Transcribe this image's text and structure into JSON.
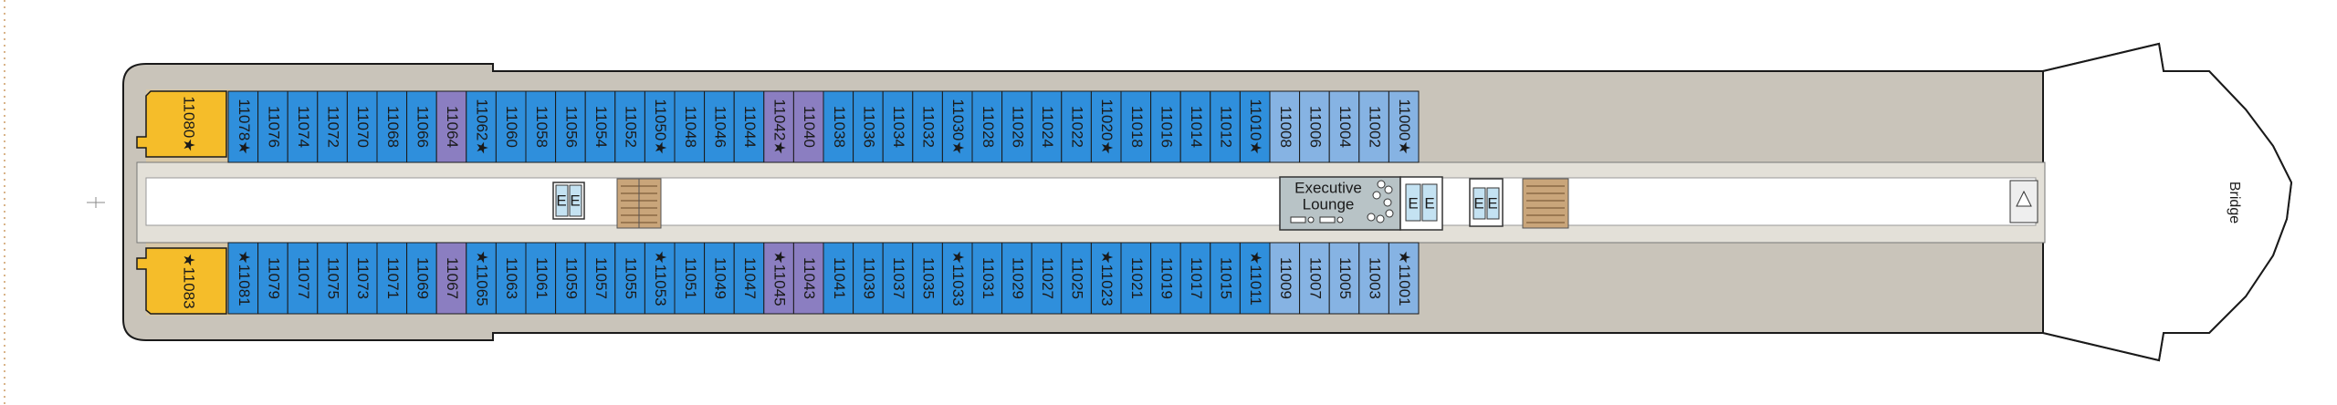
{
  "deck": {
    "bridge_label": "Bridge",
    "lounge_label_line1": "Executive",
    "lounge_label_line2": "Lounge",
    "elevator_symbol": "E",
    "colors": {
      "standard_cabin": "#2f8fdc",
      "forward_cabin": "#86b3e3",
      "suite_cabin": "#f5bd2a",
      "accessible_cabin": "#8b7ec1",
      "corridor": "#ffffff",
      "hull_deck": "#c8c3b8",
      "stairs": "#c9a57a"
    },
    "top_suite": {
      "number": "11080",
      "star": true
    },
    "bottom_suite": {
      "number": "11083",
      "star": true
    },
    "top_row": [
      {
        "number": "11078",
        "star": true,
        "type": "standard"
      },
      {
        "number": "11076",
        "star": false,
        "type": "standard"
      },
      {
        "number": "11074",
        "star": false,
        "type": "standard"
      },
      {
        "number": "11072",
        "star": false,
        "type": "standard"
      },
      {
        "number": "11070",
        "star": false,
        "type": "standard"
      },
      {
        "number": "11068",
        "star": false,
        "type": "standard"
      },
      {
        "number": "11066",
        "star": false,
        "type": "standard"
      },
      {
        "number": "11064",
        "star": false,
        "type": "accessible"
      },
      {
        "number": "11062",
        "star": true,
        "type": "standard"
      },
      {
        "number": "11060",
        "star": false,
        "type": "standard"
      },
      {
        "number": "11058",
        "star": false,
        "type": "standard"
      },
      {
        "number": "11056",
        "star": false,
        "type": "standard"
      },
      {
        "number": "11054",
        "star": false,
        "type": "standard"
      },
      {
        "number": "11052",
        "star": false,
        "type": "standard"
      },
      {
        "number": "11050",
        "star": true,
        "type": "standard"
      },
      {
        "number": "11048",
        "star": false,
        "type": "standard"
      },
      {
        "number": "11046",
        "star": false,
        "type": "standard"
      },
      {
        "number": "11044",
        "star": false,
        "type": "standard"
      },
      {
        "number": "11042",
        "star": true,
        "type": "accessible"
      },
      {
        "number": "11040",
        "star": false,
        "type": "accessible"
      },
      {
        "number": "11038",
        "star": false,
        "type": "standard"
      },
      {
        "number": "11036",
        "star": false,
        "type": "standard"
      },
      {
        "number": "11034",
        "star": false,
        "type": "standard"
      },
      {
        "number": "11032",
        "star": false,
        "type": "standard"
      },
      {
        "number": "11030",
        "star": true,
        "type": "standard"
      },
      {
        "number": "11028",
        "star": false,
        "type": "standard"
      },
      {
        "number": "11026",
        "star": false,
        "type": "standard"
      },
      {
        "number": "11024",
        "star": false,
        "type": "standard"
      },
      {
        "number": "11022",
        "star": false,
        "type": "standard"
      },
      {
        "number": "11020",
        "star": true,
        "type": "standard"
      },
      {
        "number": "11018",
        "star": false,
        "type": "standard"
      },
      {
        "number": "11016",
        "star": false,
        "type": "standard"
      },
      {
        "number": "11014",
        "star": false,
        "type": "standard"
      },
      {
        "number": "11012",
        "star": false,
        "type": "standard"
      },
      {
        "number": "11010",
        "star": true,
        "type": "standard"
      },
      {
        "number": "11008",
        "star": false,
        "type": "forward"
      },
      {
        "number": "11006",
        "star": false,
        "type": "forward"
      },
      {
        "number": "11004",
        "star": false,
        "type": "forward"
      },
      {
        "number": "11002",
        "star": false,
        "type": "forward"
      },
      {
        "number": "11000",
        "star": true,
        "type": "forward"
      }
    ],
    "bottom_row": [
      {
        "number": "11081",
        "star": true,
        "type": "standard"
      },
      {
        "number": "11079",
        "star": false,
        "type": "standard"
      },
      {
        "number": "11077",
        "star": false,
        "type": "standard"
      },
      {
        "number": "11075",
        "star": false,
        "type": "standard"
      },
      {
        "number": "11073",
        "star": false,
        "type": "standard"
      },
      {
        "number": "11071",
        "star": false,
        "type": "standard"
      },
      {
        "number": "11069",
        "star": false,
        "type": "standard"
      },
      {
        "number": "11067",
        "star": false,
        "type": "accessible"
      },
      {
        "number": "11065",
        "star": true,
        "type": "standard"
      },
      {
        "number": "11063",
        "star": false,
        "type": "standard"
      },
      {
        "number": "11061",
        "star": false,
        "type": "standard"
      },
      {
        "number": "11059",
        "star": false,
        "type": "standard"
      },
      {
        "number": "11057",
        "star": false,
        "type": "standard"
      },
      {
        "number": "11055",
        "star": false,
        "type": "standard"
      },
      {
        "number": "11053",
        "star": true,
        "type": "standard"
      },
      {
        "number": "11051",
        "star": false,
        "type": "standard"
      },
      {
        "number": "11049",
        "star": false,
        "type": "standard"
      },
      {
        "number": "11047",
        "star": false,
        "type": "standard"
      },
      {
        "number": "11045",
        "star": true,
        "type": "accessible"
      },
      {
        "number": "11043",
        "star": false,
        "type": "accessible"
      },
      {
        "number": "11041",
        "star": false,
        "type": "standard"
      },
      {
        "number": "11039",
        "star": false,
        "type": "standard"
      },
      {
        "number": "11037",
        "star": false,
        "type": "standard"
      },
      {
        "number": "11035",
        "star": false,
        "type": "standard"
      },
      {
        "number": "11033",
        "star": true,
        "type": "standard"
      },
      {
        "number": "11031",
        "star": false,
        "type": "standard"
      },
      {
        "number": "11029",
        "star": false,
        "type": "standard"
      },
      {
        "number": "11027",
        "star": false,
        "type": "standard"
      },
      {
        "number": "11025",
        "star": false,
        "type": "standard"
      },
      {
        "number": "11023",
        "star": true,
        "type": "standard"
      },
      {
        "number": "11021",
        "star": false,
        "type": "standard"
      },
      {
        "number": "11019",
        "star": false,
        "type": "standard"
      },
      {
        "number": "11017",
        "star": false,
        "type": "standard"
      },
      {
        "number": "11015",
        "star": false,
        "type": "standard"
      },
      {
        "number": "11011",
        "star": true,
        "type": "standard"
      },
      {
        "number": "11009",
        "star": false,
        "type": "forward"
      },
      {
        "number": "11007",
        "star": false,
        "type": "forward"
      },
      {
        "number": "11005",
        "star": false,
        "type": "forward"
      },
      {
        "number": "11003",
        "star": false,
        "type": "forward"
      },
      {
        "number": "11001",
        "star": true,
        "type": "forward"
      }
    ]
  }
}
